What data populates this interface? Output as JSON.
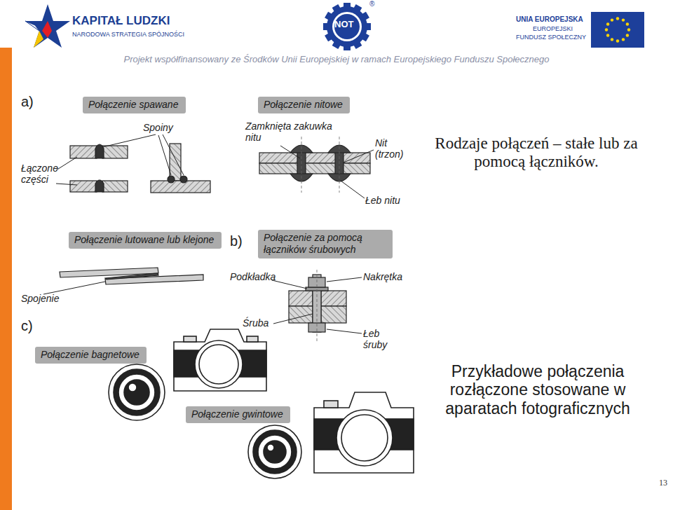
{
  "diagram": {
    "nodes": [
      {
        "text": [
          "Połączenie spawane"
        ]
      },
      {
        "text": [
          "Połączenie nitowe"
        ]
      },
      {
        "text": [
          "Połączenie lutowane lub klejone"
        ]
      },
      {
        "text": [
          "Połączenie za pomocą łączników śrubowych"
        ]
      },
      {
        "text": [
          "Połączenie bagnetowe"
        ]
      },
      {
        "text": [
          "Połączenie gwintowe"
        ]
      }
    ],
    "labels": [
      "KAPITAŁ LUDZKI",
      "NARODOWA STRATEGIA SPÓJNOŚCI",
      "NOT",
      "®",
      "UNIA EUROPEJSKA",
      "EUROPEJSKI",
      "FUNDUSZ SPOŁECZNY",
      "Projekt współfinansowany ze Środków Unii Europejskiej w ramach Europejskiego Funduszu Społecznego",
      "a)",
      "Spoiny",
      "Łączone części",
      "Zamknięta zakuwka nitu",
      "Nit (trzon)",
      "Łeb nitu",
      "Rodzaje połączeń – stałe lub za pomocą łączników.",
      "b)",
      "Spojenie",
      "Podkładka",
      "Nakrętka",
      "c)",
      "Śruba",
      "Łeb śruby",
      "Przykładowe połączenia rozłączone stosowane w aparatach fotograficznych",
      "13"
    ]
  }
}
